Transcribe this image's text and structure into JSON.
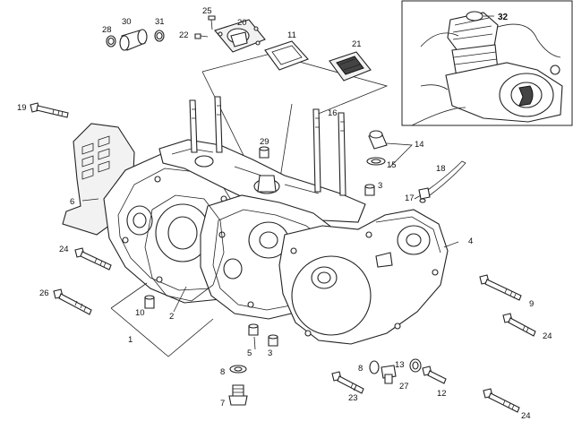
{
  "diagram": {
    "callouts": [
      {
        "id": "c25",
        "text": "25"
      },
      {
        "id": "c20",
        "text": "20"
      },
      {
        "id": "c22",
        "text": "22"
      },
      {
        "id": "c11",
        "text": "11"
      },
      {
        "id": "c21",
        "text": "21"
      },
      {
        "id": "c28",
        "text": "28"
      },
      {
        "id": "c30",
        "text": "30"
      },
      {
        "id": "c31",
        "text": "31"
      },
      {
        "id": "c32",
        "text": "32"
      },
      {
        "id": "c19",
        "text": "19"
      },
      {
        "id": "c16",
        "text": "16"
      },
      {
        "id": "c29",
        "text": "29"
      },
      {
        "id": "c14",
        "text": "14"
      },
      {
        "id": "c15",
        "text": "15"
      },
      {
        "id": "c18",
        "text": "18"
      },
      {
        "id": "c17",
        "text": "17"
      },
      {
        "id": "c3a",
        "text": "3"
      },
      {
        "id": "c6",
        "text": "6"
      },
      {
        "id": "c4",
        "text": "4"
      },
      {
        "id": "c24a",
        "text": "24"
      },
      {
        "id": "c26",
        "text": "26"
      },
      {
        "id": "c9",
        "text": "9"
      },
      {
        "id": "c10",
        "text": "10"
      },
      {
        "id": "c2",
        "text": "2"
      },
      {
        "id": "c1",
        "text": "1"
      },
      {
        "id": "c24b",
        "text": "24"
      },
      {
        "id": "c5",
        "text": "5"
      },
      {
        "id": "c3b",
        "text": "3"
      },
      {
        "id": "c8a",
        "text": "8"
      },
      {
        "id": "c13",
        "text": "13"
      },
      {
        "id": "c8b",
        "text": "8"
      },
      {
        "id": "c7",
        "text": "7"
      },
      {
        "id": "c23",
        "text": "23"
      },
      {
        "id": "c27",
        "text": "27"
      },
      {
        "id": "c12",
        "text": "12"
      },
      {
        "id": "c24c",
        "text": "24"
      }
    ]
  }
}
